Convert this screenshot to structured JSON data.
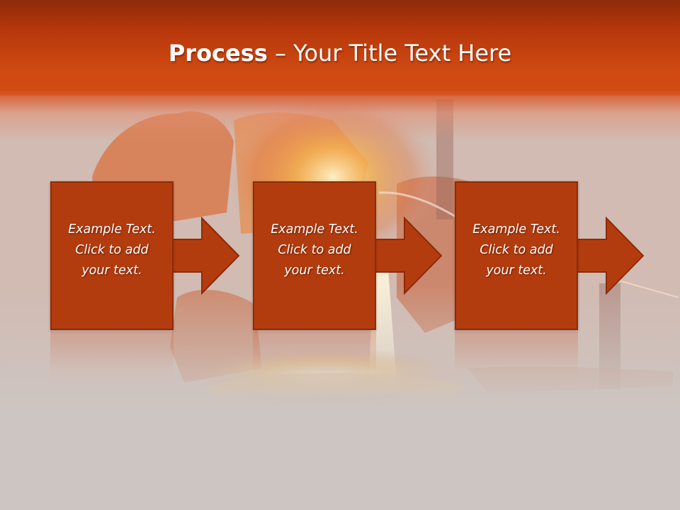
{
  "slide": {
    "title_bold": "Process",
    "title_rest": " – Your Title Text Here"
  },
  "steps": [
    {
      "line1": "Example Text.",
      "line2": "Click  to add",
      "line3": "your text."
    },
    {
      "line1": "Example Text.",
      "line2": "Click  to add",
      "line3": "your text."
    },
    {
      "line1": "Example Text.",
      "line2": "Click  to add",
      "line3": "your text."
    }
  ],
  "colors": {
    "title_band": "#c3400f",
    "step_fill": "#b33c0e",
    "step_border": "#8c2b09",
    "background": "#cdc5c1"
  }
}
